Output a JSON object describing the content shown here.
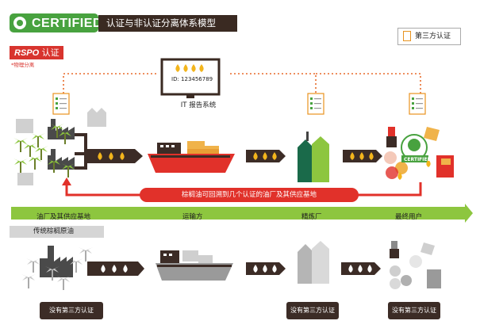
{
  "header": {
    "logo_text": "CERTIFIED",
    "title": "认证与非认证分离体系模型"
  },
  "legend": {
    "label": "第三方认证"
  },
  "rspo": {
    "tag_bold": "RSPO",
    "tag_text": " 认证",
    "note": "*物理分离"
  },
  "it_system": {
    "id_text": "ID: 123456789",
    "label": "IT 报告系统"
  },
  "trace_banner": "棕榈油可回溯到几个认证的油厂及其供应基地",
  "stages": [
    {
      "label": "油厂及其供应基地"
    },
    {
      "label": "运输方"
    },
    {
      "label": "精炼厂"
    },
    {
      "label": "最终用户"
    }
  ],
  "conventional": {
    "label": "传统棕榈原油"
  },
  "no_cert_labels": [
    "没有第三方认证",
    "没有第三方认证",
    "没有第三方认证"
  ],
  "product_badge": "CERTIFIED",
  "colors": {
    "green": "#48a23f",
    "lime": "#8dc63f",
    "dark_brown": "#3a2a22",
    "red": "#e1312a",
    "oil_yellow": "#f3b51c",
    "grey": "#9a9a9a"
  }
}
